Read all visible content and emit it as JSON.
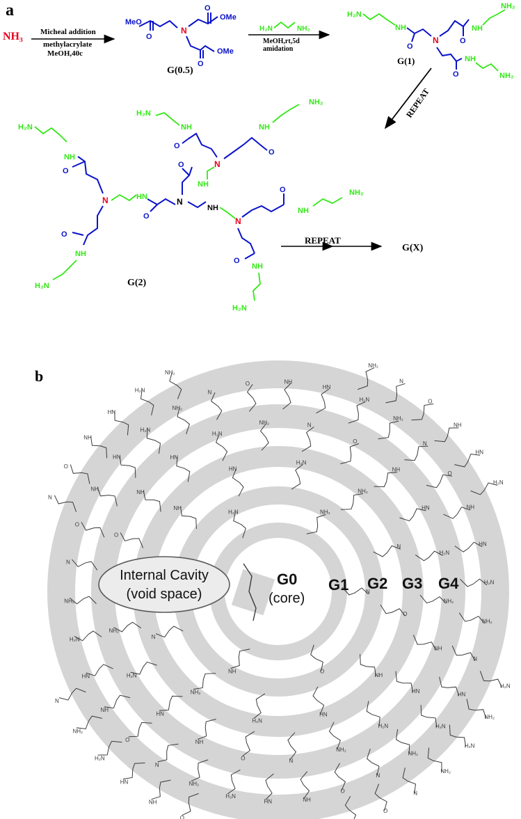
{
  "panel_a": {
    "label": "a",
    "colors": {
      "nitrogen": "#e8001c",
      "core_chain": "#0a12c8",
      "amine": "#33e816",
      "text": "#000000"
    },
    "reactant": "NH3",
    "step1": {
      "line1": "Micheal addition",
      "line2": "methylacrylate",
      "line3": "MeOH,40c"
    },
    "step2": {
      "reagent_left": "H2N",
      "reagent_right": "NH2",
      "line1": "MeOH,rt,5d",
      "line2": "amidation"
    },
    "step3": {
      "label": "REPEAT"
    },
    "step4": {
      "label": "REPEAT"
    },
    "g05": {
      "label": "G(0.5)",
      "ome_left": "MeO",
      "ome_right": "OMe",
      "ome_bottom": "OMe",
      "n": "N",
      "o": "O"
    },
    "g1": {
      "label": "G(1)",
      "h2n": "H2N",
      "nh": "NH",
      "nh2": "NH2",
      "n": "N",
      "o": "O"
    },
    "g2": {
      "label": "G(2)",
      "n": "N",
      "o": "O",
      "nh": "NH",
      "h2n": "H2N",
      "nh2": "NH2",
      "hn": "HN"
    },
    "gx": {
      "label": "G(X)"
    }
  },
  "panel_b": {
    "label": "b",
    "colors": {
      "ring": "#d5d5d5",
      "ring_dark": "#bdbdbd",
      "bond": "#3a3a3a",
      "text": "#111111",
      "ellipse_fill": "#ececec"
    },
    "cavity_line1": "Internal Cavity",
    "cavity_line2": "(void space)",
    "core_label": "G0",
    "core_sub": "(core)",
    "generations": [
      "G1",
      "G2",
      "G3",
      "G4"
    ],
    "atom_labels": [
      "N",
      "O",
      "NH",
      "HN",
      "H2N",
      "NH2"
    ]
  }
}
